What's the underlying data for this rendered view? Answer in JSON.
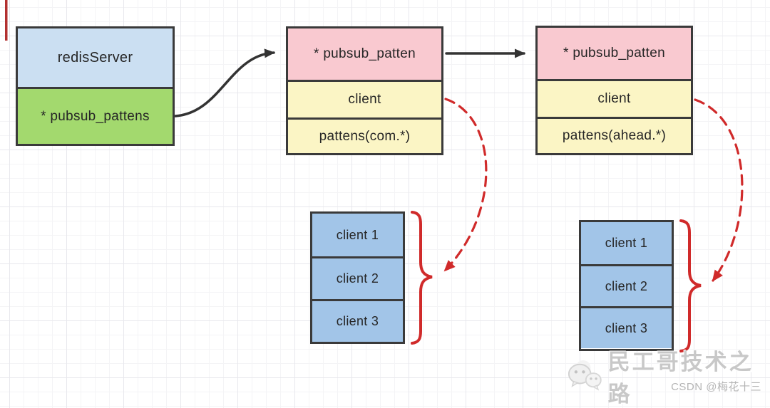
{
  "diagram": {
    "redis_server": {
      "title": "redisServer",
      "field": "* pubsub_pattens"
    },
    "pattern_nodes": [
      {
        "header": "* pubsub_patten",
        "client_label": "client",
        "pattern": "pattens(com.*)"
      },
      {
        "header": "* pubsub_patten",
        "client_label": "client",
        "pattern": "pattens(ahead.*)"
      }
    ],
    "client_stacks": [
      {
        "items": [
          "client 1",
          "client 2",
          "client 3"
        ]
      },
      {
        "items": [
          "client 1",
          "client 2",
          "client 3"
        ]
      }
    ]
  },
  "watermark": {
    "text": "民工哥技术之路",
    "credit": "CSDN @梅花十三"
  },
  "colors": {
    "header_blue": "#cbdff2",
    "green": "#a3d96e",
    "pink": "#f9c9d0",
    "yellow": "#fbf5c5",
    "client_blue": "#a2c5e8",
    "line_black": "#3a3a3a",
    "dashed_red": "#d02a2a"
  }
}
